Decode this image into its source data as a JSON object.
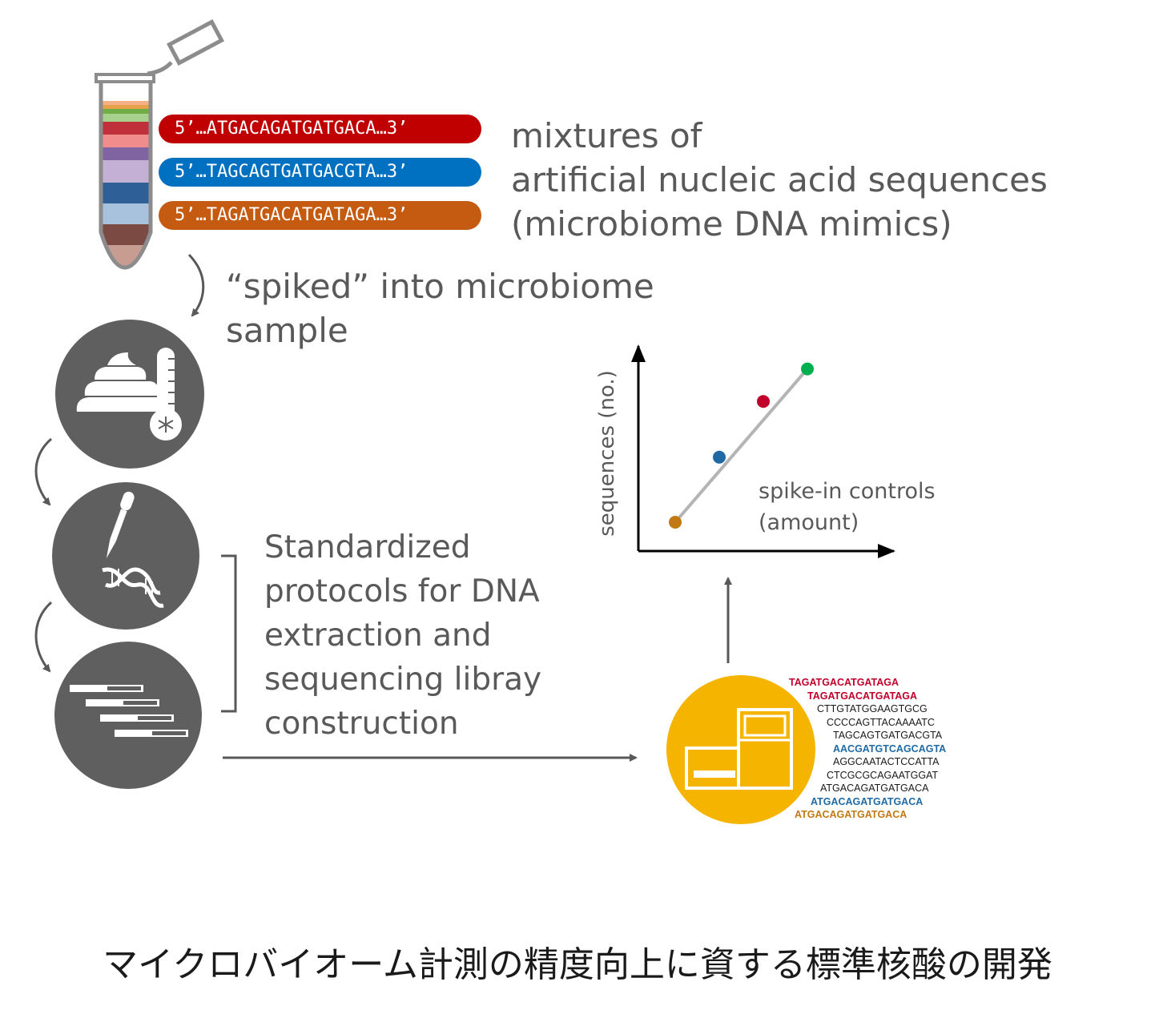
{
  "colors": {
    "red": "#c00000",
    "blue": "#0070c0",
    "orange": "#c55a11",
    "gray_icon": "#5f5f5f",
    "yellow": "#f5b400",
    "seq_red": "#c0002a",
    "seq_blue": "#1f6aa5",
    "seq_orange": "#c17a13",
    "dot_green": "#00b050"
  },
  "pills": [
    {
      "text": "5’…ATGACAGATGATGACA…3’"
    },
    {
      "text": "5’…TAGCAGTGATGACGTA…3’"
    },
    {
      "text": "5’…TAGATGACATGATAGA…3’"
    }
  ],
  "mixtures": {
    "line1": "mixtures of",
    "line2": "artificial nucleic acid sequences",
    "line3": "(microbiome DNA mimics)"
  },
  "spiked": {
    "line1": "“spiked” into microbiome",
    "line2": "sample"
  },
  "protocols": {
    "line1": "Standardized",
    "line2": "protocols for DNA",
    "line3": "extraction and",
    "line4": "sequencing libray",
    "line5": "construction"
  },
  "chart_data": {
    "type": "scatter",
    "ylabel": "sequences (no.)",
    "xlabel_line1": "spike-in controls",
    "xlabel_line2": "(amount)",
    "points": [
      {
        "x": 1,
        "y": 1,
        "color": "#c17a13"
      },
      {
        "x": 2,
        "y": 2.4,
        "color": "#1f6aa5"
      },
      {
        "x": 3,
        "y": 3.6,
        "color": "#c0002a"
      },
      {
        "x": 4,
        "y": 4.3,
        "color": "#00b050"
      }
    ],
    "fit_line": true
  },
  "sequencer_reads": [
    {
      "text": "TAGATGACATGATAGA",
      "color": "#c0002a",
      "bold": true
    },
    {
      "text": "TAGATGACATGATAGA",
      "color": "#c0002a",
      "bold": true
    },
    {
      "text": "CTTGTATGGAAGTGCG",
      "color": "#1a1a1a",
      "bold": false
    },
    {
      "text": "CCCCAGTTACAAAATC",
      "color": "#1a1a1a",
      "bold": false
    },
    {
      "text": "TAGCAGTGATGACGTA",
      "color": "#1a1a1a",
      "bold": false
    },
    {
      "text": "AACGATGTCAGCAGTA",
      "color": "#1f6aa5",
      "bold": true
    },
    {
      "text": "AGGCAATACTCCATTA",
      "color": "#1a1a1a",
      "bold": false
    },
    {
      "text": "CTCGCGCAGAATGGAT",
      "color": "#1a1a1a",
      "bold": false
    },
    {
      "text": "ATGACAGATGATGACA",
      "color": "#1a1a1a",
      "bold": false
    },
    {
      "text": "ATGACAGATGATGACA",
      "color": "#1f6aa5",
      "bold": true
    },
    {
      "text": "ATGACAGATGATGACA",
      "color": "#c17a13",
      "bold": true
    }
  ],
  "caption": "マイクロバイオーム計測の精度向上に資する標準核酸の開発"
}
